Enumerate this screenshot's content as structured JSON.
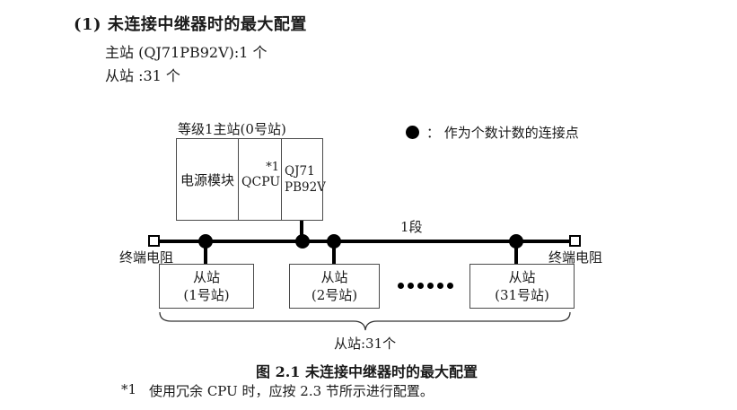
{
  "page": {
    "heading": "(1) 未连接中继器时的最大配置",
    "master_count_line": "主站 (QJ71PB92V):1 个",
    "slave_count_line": "从站 :31 个",
    "caption": "图 2.1 未连接中继器时的最大配置",
    "footnote_marker": "*1",
    "footnote_text": "使用冗余 CPU 时，应按 2.3 节所示进行配置。"
  },
  "diagram": {
    "master_label": "等级1主站(0号站)",
    "master_cells": {
      "power_module": "电源模块",
      "cpu": "QCPU",
      "cpu_note_ref": "*1",
      "network_module_line1": "QJ71",
      "network_module_line2": "PB92V"
    },
    "legend_text": "：  作为个数计数的连接点",
    "segment_label": "1段",
    "terminator_left": "终端电阻",
    "terminator_right": "终端电阻",
    "slaves": [
      {
        "line1": "从站",
        "line2": "(1号站)"
      },
      {
        "line1": "从站",
        "line2": "(2号站)"
      },
      {
        "line1": "从站",
        "line2": "(31号站)"
      }
    ],
    "brace_label": "从站:31个"
  },
  "colors": {
    "ink": "#1a1a1a",
    "line_black": "#000000",
    "box_border": "#4a4a4a",
    "background": "#ffffff"
  }
}
